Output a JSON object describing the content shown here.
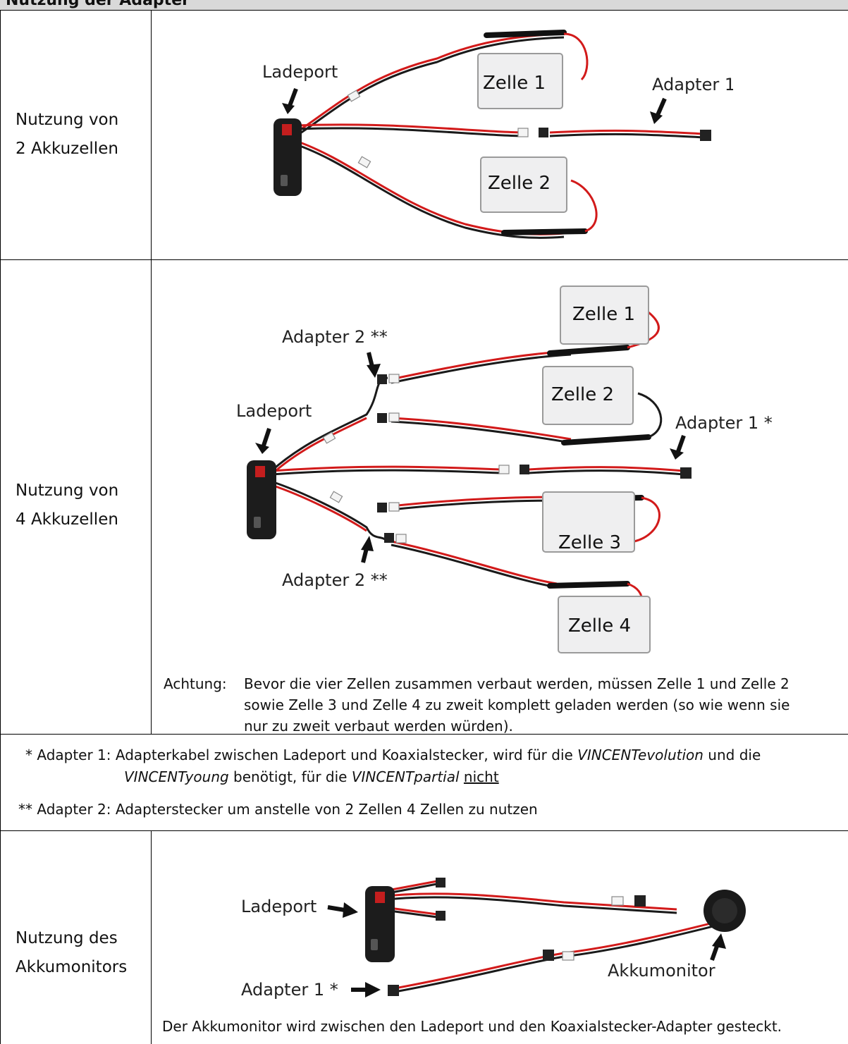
{
  "header": {
    "title": "Nutzung der Adapter"
  },
  "row1": {
    "label_line1": "Nutzung von",
    "label_line2": "2 Akkuzellen",
    "annotations": {
      "ladeport": "Ladeport",
      "adapter1": "Adapter 1 *",
      "cell1": "Zelle 1",
      "cell2": "Zelle 2"
    }
  },
  "row2": {
    "label_line1": "Nutzung von",
    "label_line2": "4 Akkuzellen",
    "annotations": {
      "ladeport": "Ladeport",
      "adapter1": "Adapter 1 *",
      "adapter2_top": "Adapter 2 **",
      "adapter2_bottom": "Adapter 2 **",
      "cell1": "Zelle 1",
      "cell2": "Zelle 2",
      "cell3": "Zelle 3",
      "cell4": "Zelle 4"
    },
    "note_label": "Achtung:",
    "note_line1": "Bevor die vier Zellen zusammen verbaut werden, müssen Zelle 1 und Zelle 2",
    "note_line2": "sowie Zelle 3 und Zelle 4 zu zweit komplett geladen werden (so wie wenn sie",
    "note_line3": "nur zu zweit verbaut werden würden)."
  },
  "footnotes": {
    "fn1_a": "* Adapter 1: Adapterkabel zwischen Ladeport und Koaxialstecker, wird für die ",
    "fn1_b": "VINCENTevolution",
    "fn1_c": " und die",
    "fn1_d": "VINCENTyoung",
    "fn1_e": " benötigt, für die ",
    "fn1_f": "VINCENTpartial",
    "fn1_g": " ",
    "fn1_h": "nicht",
    "fn2": "** Adapter 2: Adapterstecker um anstelle von 2 Zellen 4 Zellen zu nutzen"
  },
  "row3": {
    "label_line1": "Nutzung des",
    "label_line2": "Akkumonitors",
    "annotations": {
      "ladeport": "Ladeport",
      "adapter1": "Adapter 1 *",
      "akkumonitor": "Akkumonitor"
    },
    "caption": "Der Akkumonitor wird zwischen den Ladeport und den Koaxialstecker-Adapter gesteckt."
  },
  "colors": {
    "header_bg": "#d9d9d9",
    "cable_red": "#d21a1a",
    "cable_black": "#1a1a1a"
  }
}
